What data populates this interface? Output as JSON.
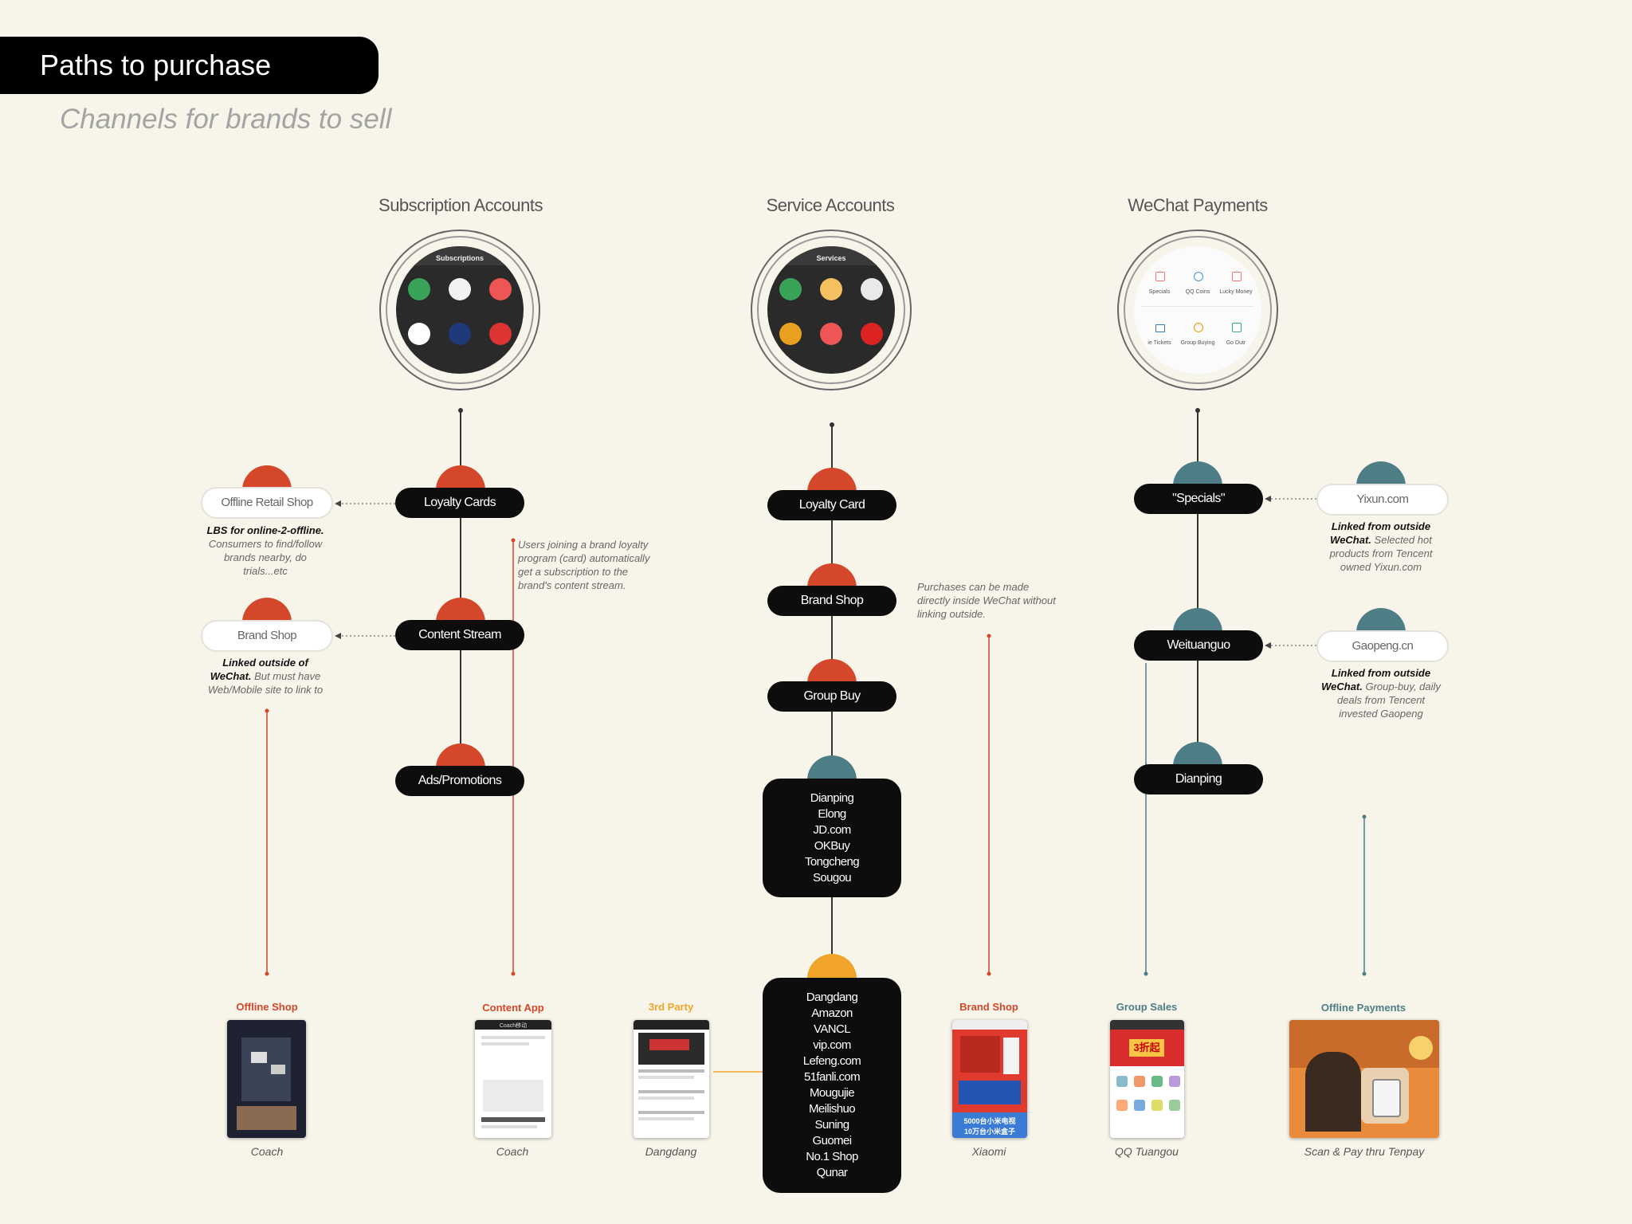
{
  "header": {
    "title": "Paths to purchase",
    "subtitle": "Channels for brands to sell"
  },
  "columns": {
    "subscription": {
      "title": "Subscription Accounts",
      "screen_title": "Subscriptions"
    },
    "service": {
      "title": "Service Accounts",
      "screen_title": "Services"
    },
    "payments": {
      "title": "WeChat Payments",
      "tiles": [
        "Specials",
        "QQ Coins",
        "Lucky Money",
        "ie Tickets",
        "Group Buying",
        "Go Dutr"
      ]
    }
  },
  "subscription_nodes": {
    "loyalty": "Loyalty Cards",
    "content": "Content Stream",
    "ads": "Ads/Promotions"
  },
  "subscription_links": {
    "offline_retail": "Offline Retail Shop",
    "offline_retail_note_bold": "LBS for online-2-offline.",
    "offline_retail_note": "Consumers to find/follow brands nearby, do trials...etc",
    "brand_shop": "Brand Shop",
    "brand_shop_note_bold": "Linked outside of WeChat.",
    "brand_shop_note": "But must have Web/Mobile site to link to",
    "loyalty_note": "Users joining a brand loyalty program (card) automatically get a subscription to the brand's content stream."
  },
  "service_nodes": {
    "loyalty": "Loyalty Card",
    "brand_shop": "Brand Shop",
    "group_buy": "Group Buy",
    "partners": [
      "Dianping",
      "Elong",
      "JD.com",
      "OKBuy",
      "Tongcheng",
      "Sougou"
    ],
    "retailers": [
      "Dangdang",
      "Amazon",
      "VANCL",
      "vip.com",
      "Lefeng.com",
      "51fanli.com",
      "Mougujie",
      "Meilishuo",
      "Suning",
      "Guomei",
      "No.1 Shop",
      "Qunar"
    ],
    "note": "Purchases can be made directly inside WeChat without linking outside."
  },
  "payment_nodes": {
    "specials": "\"Specials\"",
    "weituanguo": "Weituanguo",
    "dianping": "Dianping"
  },
  "payment_links": {
    "yixun": "Yixun.com",
    "yixun_note_bold": "Linked from outside WeChat.",
    "yixun_note": "Selected hot products from Tencent owned Yixun.com",
    "gaopeng": "Gaopeng.cn",
    "gaopeng_note_bold": "Linked from outside WeChat.",
    "gaopeng_note": "Group-buy, daily deals from Tencent invested Gaopeng"
  },
  "channels": [
    {
      "label": "Offline Shop",
      "caption": "Coach"
    },
    {
      "label": "Content App",
      "caption": "Coach"
    },
    {
      "label": "3rd Party",
      "caption": "Dangdang"
    },
    {
      "label": "Brand Shop",
      "caption": "Xiaomi"
    },
    {
      "label": "Group Sales",
      "caption": "QQ Tuangou"
    },
    {
      "label": "Offline Payments",
      "caption": "Scan & Pay thru Tenpay"
    }
  ],
  "thumbs": {
    "coach_app": "Coach移动",
    "xiaomi_banner": "5000台小米电视",
    "xiaomi_banner2": "10万台小米盒子",
    "qq_badge": "3折起"
  },
  "colors": {
    "red": "#d4472a",
    "teal": "#4d7d85",
    "amber": "#f0a52a",
    "offline_shop": "#d4472a",
    "content_app": "#d4472a",
    "third_party": "#f0a52a",
    "brand_shop": "#d4472a",
    "group_sales": "#4d7d85",
    "offline_payments": "#4d7d85"
  }
}
